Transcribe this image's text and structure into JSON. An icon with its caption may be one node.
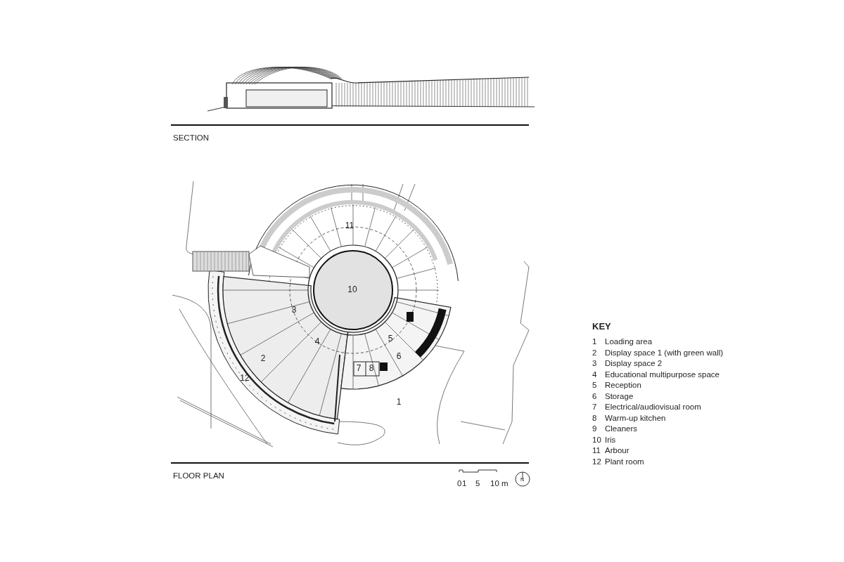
{
  "diagram": {
    "labels": [
      "SECTION",
      "11",
      "10",
      "3",
      "4",
      "5",
      "2",
      "6",
      "7",
      "8",
      "12",
      "1",
      "FLOOR PLAN",
      "0",
      "1",
      "5",
      "10 m",
      "N",
      "KEY",
      "1",
      "Loading area",
      "2",
      "Display space 1 (with green wall)",
      "3",
      "Display space 2",
      "4",
      "Educational multipurpose space",
      "5",
      "Reception",
      "6",
      "Storage",
      "7",
      "Electrical/audiovisual room",
      "8",
      "Warm-up kitchen",
      "9",
      "Cleaners",
      "10",
      "Iris",
      "11",
      "Arbour",
      "12",
      "Plant room"
    ]
  }
}
